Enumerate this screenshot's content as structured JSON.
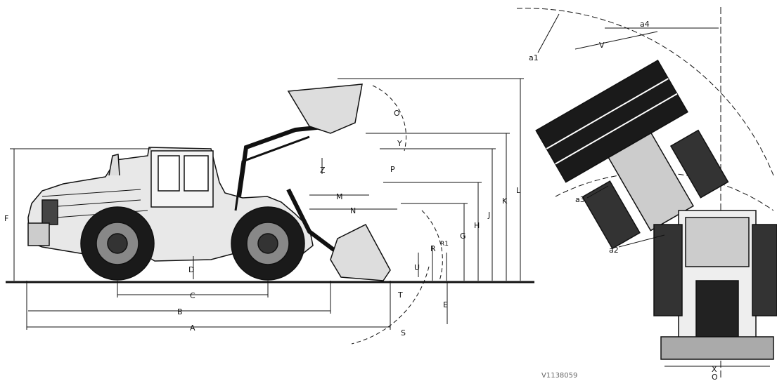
{
  "drawing_ref": "V1138059",
  "side_view": {
    "dimension_labels": [
      "A",
      "B",
      "C",
      "D",
      "E",
      "F",
      "G",
      "H",
      "J",
      "K",
      "L",
      "M",
      "N",
      "O",
      "P",
      "R",
      "R1",
      "S",
      "T",
      "U",
      "Y",
      "Z"
    ]
  },
  "top_view": {
    "dimension_labels": [
      "a1",
      "a2",
      "a3",
      "a4",
      "V",
      "X",
      "O"
    ]
  },
  "colors": {
    "ink": "#111111",
    "paper": "#ffffff",
    "tire": "#1a1a1a"
  }
}
